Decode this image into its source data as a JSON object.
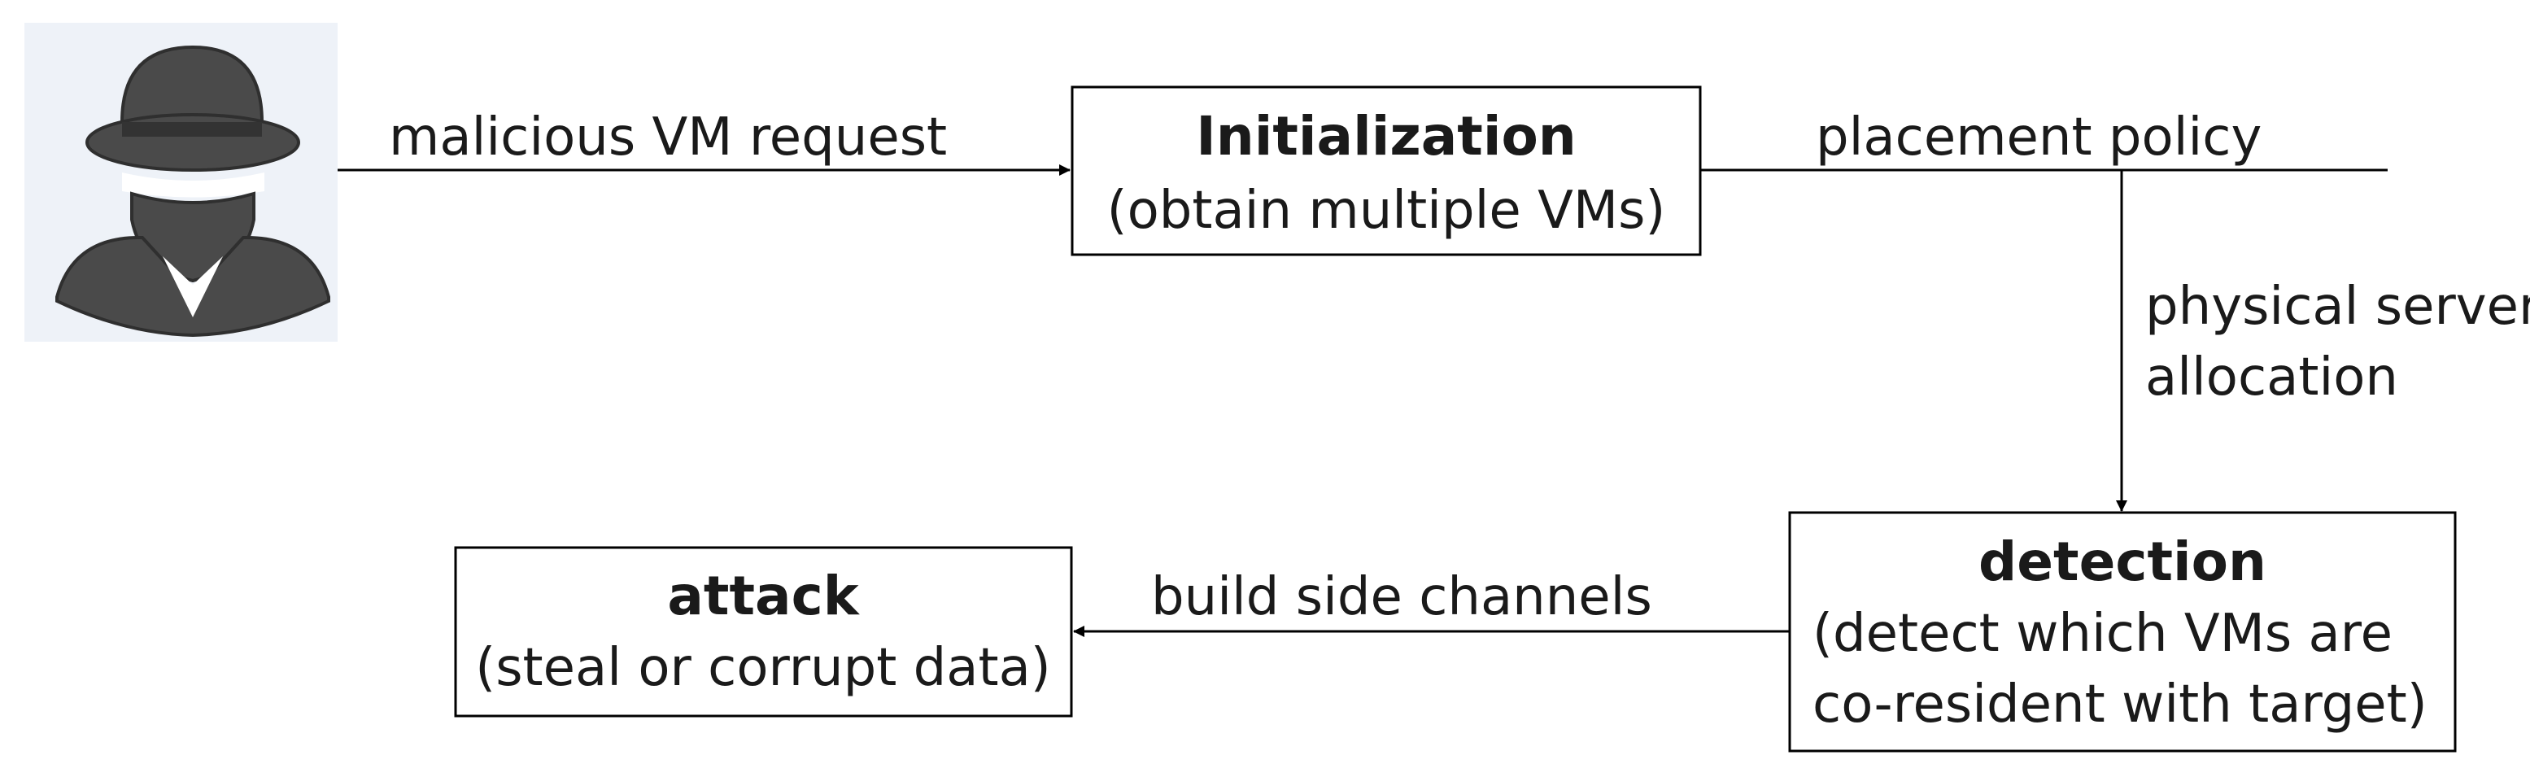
{
  "nodes": {
    "initialization": {
      "title": "Initialization",
      "subtitle": "(obtain multiple VMs)"
    },
    "detection": {
      "title": "detection",
      "subtitle_line1": "(detect which VMs are",
      "subtitle_line2": "co-resident with target)"
    },
    "attack": {
      "title": "attack",
      "subtitle": "(steal or corrupt data)"
    }
  },
  "edges": {
    "malicious_request": "malicious VM request",
    "placement_policy": "placement policy",
    "physical_server_line1": "physical server",
    "physical_server_line2": "allocation",
    "side_channels": "build side channels"
  },
  "icons": {
    "attacker": "hacker-icon"
  },
  "colors": {
    "line": "#000000",
    "icon_bg": "#eef2f8",
    "icon_fill": "#4a4a4a"
  }
}
